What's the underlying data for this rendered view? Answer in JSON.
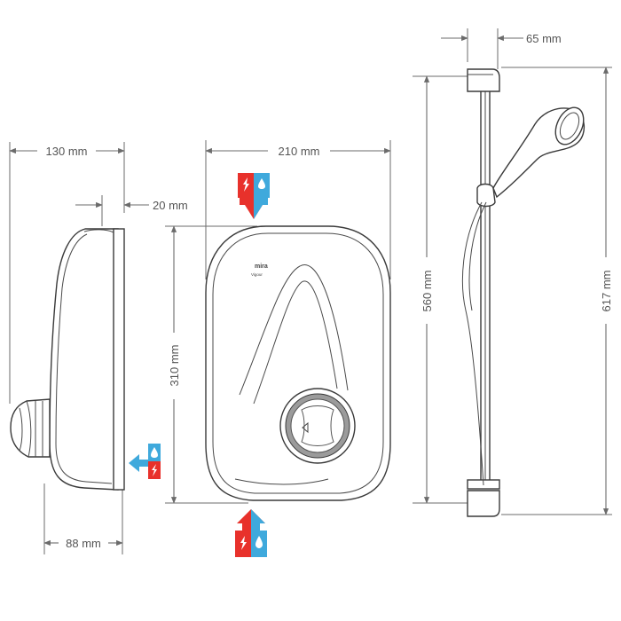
{
  "dimensions": {
    "side_depth": "130 mm",
    "side_offset": "20 mm",
    "side_base": "88 mm",
    "front_width": "210 mm",
    "front_height": "310 mm",
    "rail_offset": "65 mm",
    "rail_length": "560 mm",
    "rail_overall": "617 mm"
  },
  "brand": {
    "name": "mira",
    "model": "Vigour"
  },
  "colors": {
    "hot_electric": "#e8312b",
    "cold_water": "#3fa9dc",
    "dimension_line": "#6b6b6b",
    "outline": "#3a3a3a"
  },
  "icons": {
    "entry_top": "electric-water-entry-top-icon",
    "entry_side": "electric-water-entry-side-icon",
    "entry_bottom": "electric-water-entry-bottom-icon"
  }
}
